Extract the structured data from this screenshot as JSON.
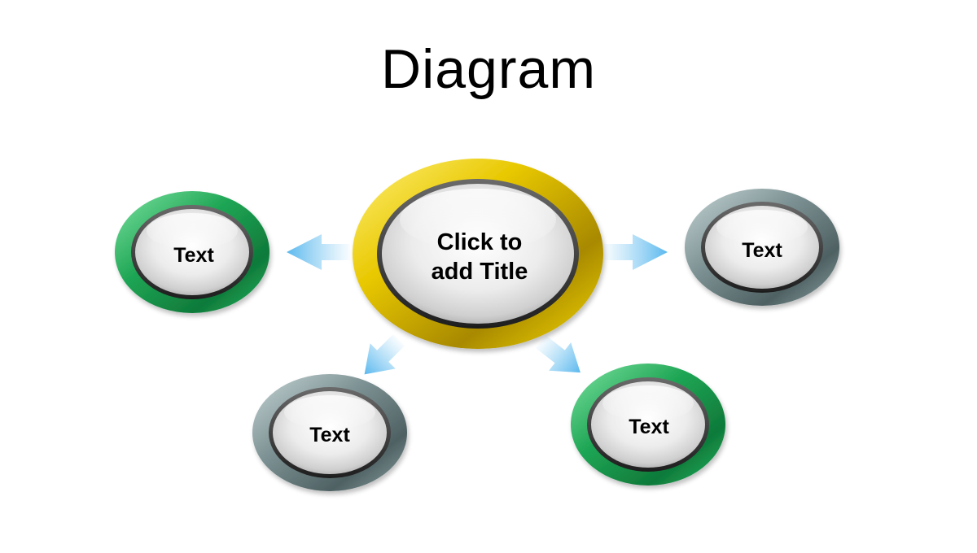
{
  "title": "Diagram",
  "center": {
    "label_line1": "Click to",
    "label_line2": "add Title"
  },
  "nodes": [
    {
      "id": "left",
      "label": "Text",
      "ring": "green"
    },
    {
      "id": "right",
      "label": "Text",
      "ring": "gray"
    },
    {
      "id": "bottom-left",
      "label": "Text",
      "ring": "gray"
    },
    {
      "id": "bottom-right",
      "label": "Text",
      "ring": "green"
    }
  ],
  "colors": {
    "center_ring": "#d9b800",
    "green_ring": "#1a9a4a",
    "gray_ring": "#6f8486",
    "arrow": "#7cc8f2",
    "inner_fill": "#e6e6e6"
  }
}
